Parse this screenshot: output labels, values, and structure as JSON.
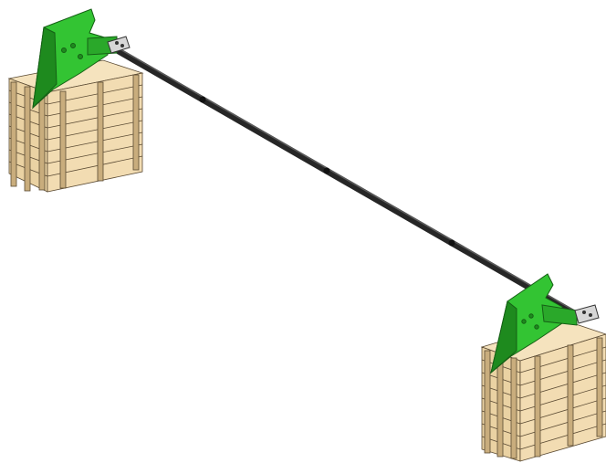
{
  "scene": {
    "description_type": "cad-render",
    "colors": {
      "background": "#ffffff",
      "pallet_wood": "#f2dcb2",
      "pallet_shadow": "#c9ad7d",
      "pallet_edge": "#5a4a33",
      "bracket_green": "#33c433",
      "bracket_dark": "#1e8a1e",
      "beam": "#262626",
      "plate": "#d7d7d7"
    },
    "objects": [
      {
        "name": "left-pallet-stack",
        "pallet_count": 8
      },
      {
        "name": "right-pallet-stack",
        "pallet_count": 8
      },
      {
        "name": "left-bracket"
      },
      {
        "name": "right-bracket"
      },
      {
        "name": "connecting-beam",
        "segments": 4
      }
    ]
  }
}
